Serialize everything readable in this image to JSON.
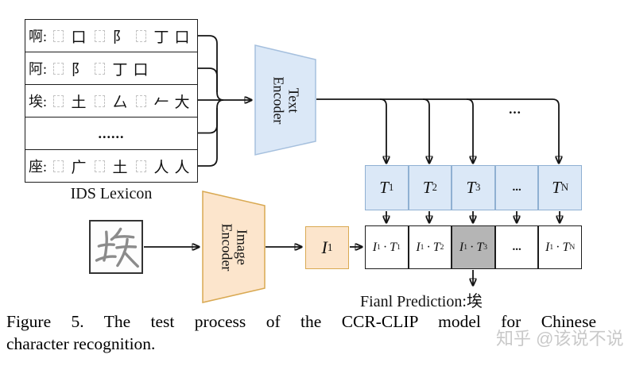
{
  "figure": {
    "lexicon": {
      "label": "IDS Lexicon",
      "rows": [
        {
          "head": "啊",
          "sep": ":",
          "tokens": [
            {
              "idc": true
            },
            {
              "ch": "口"
            },
            {
              "idc": true
            },
            {
              "ch": "阝"
            },
            {
              "idc": true
            },
            {
              "ch": "丁"
            },
            {
              "ch": "口"
            }
          ]
        },
        {
          "head": "阿",
          "sep": ":",
          "tokens": [
            {
              "idc": true
            },
            {
              "ch": "阝"
            },
            {
              "idc": true
            },
            {
              "ch": "丁"
            },
            {
              "ch": "口"
            }
          ]
        },
        {
          "head": "埃",
          "sep": ":",
          "tokens": [
            {
              "idc": true
            },
            {
              "ch": "土"
            },
            {
              "idc": true
            },
            {
              "ch": "厶"
            },
            {
              "idc": true
            },
            {
              "ch": "𠂉"
            },
            {
              "ch": "大"
            }
          ]
        },
        {
          "ellipsis": "......"
        },
        {
          "head": "座",
          "sep": ":",
          "tokens": [
            {
              "idc": true
            },
            {
              "ch": "广"
            },
            {
              "idc": true
            },
            {
              "ch": "土"
            },
            {
              "idc": true
            },
            {
              "ch": "人"
            },
            {
              "ch": "人"
            }
          ]
        }
      ]
    },
    "text_encoder": {
      "lines": [
        "Text",
        "Encoder"
      ]
    },
    "image_encoder": {
      "lines": [
        "Image",
        "Encoder"
      ]
    },
    "input_image_char": "埃",
    "image_embedding": {
      "base": "I",
      "sub": "1"
    },
    "ellipsis_top": "...",
    "t_row": {
      "cells": [
        {
          "base": "T",
          "sub": "1"
        },
        {
          "base": "T",
          "sub": "2"
        },
        {
          "base": "T",
          "sub": "3"
        },
        {
          "dots": "..."
        },
        {
          "base": "T",
          "sub": "N"
        }
      ]
    },
    "sim_row": {
      "cells": [
        {
          "a": {
            "base": "I",
            "sub": "1"
          },
          "op": "·",
          "b": {
            "base": "T",
            "sub": "1"
          }
        },
        {
          "a": {
            "base": "I",
            "sub": "1"
          },
          "op": "·",
          "b": {
            "base": "T",
            "sub": "2"
          }
        },
        {
          "a": {
            "base": "I",
            "sub": "1"
          },
          "op": "·",
          "b": {
            "base": "T",
            "sub": "3"
          },
          "highlight": true
        },
        {
          "dots": "..."
        },
        {
          "a": {
            "base": "I",
            "sub": "1"
          },
          "op": "·",
          "b": {
            "base": "T",
            "sub": "N"
          }
        }
      ]
    },
    "final_prediction": "Fianl Prediction:埃"
  },
  "caption": {
    "lines": [
      "Figure 5. The test process of the CCR-CLIP model for Chinese",
      "character recognition."
    ],
    "text": "Figure 5. The test process of the CCR-CLIP model for Chinese character recognition."
  },
  "watermark": {
    "text": "知乎 @该说不说"
  },
  "colors": {
    "line": "#151515",
    "blue_fill": "#dbe8f7",
    "blue_border": "#a6c0de",
    "blue_cell_border": "#8fb0d2",
    "peach_fill": "#fce5cc",
    "peach_border": "#d9a952",
    "gray_cell": "#b5b5b5",
    "wm": "#c9c9c9"
  }
}
